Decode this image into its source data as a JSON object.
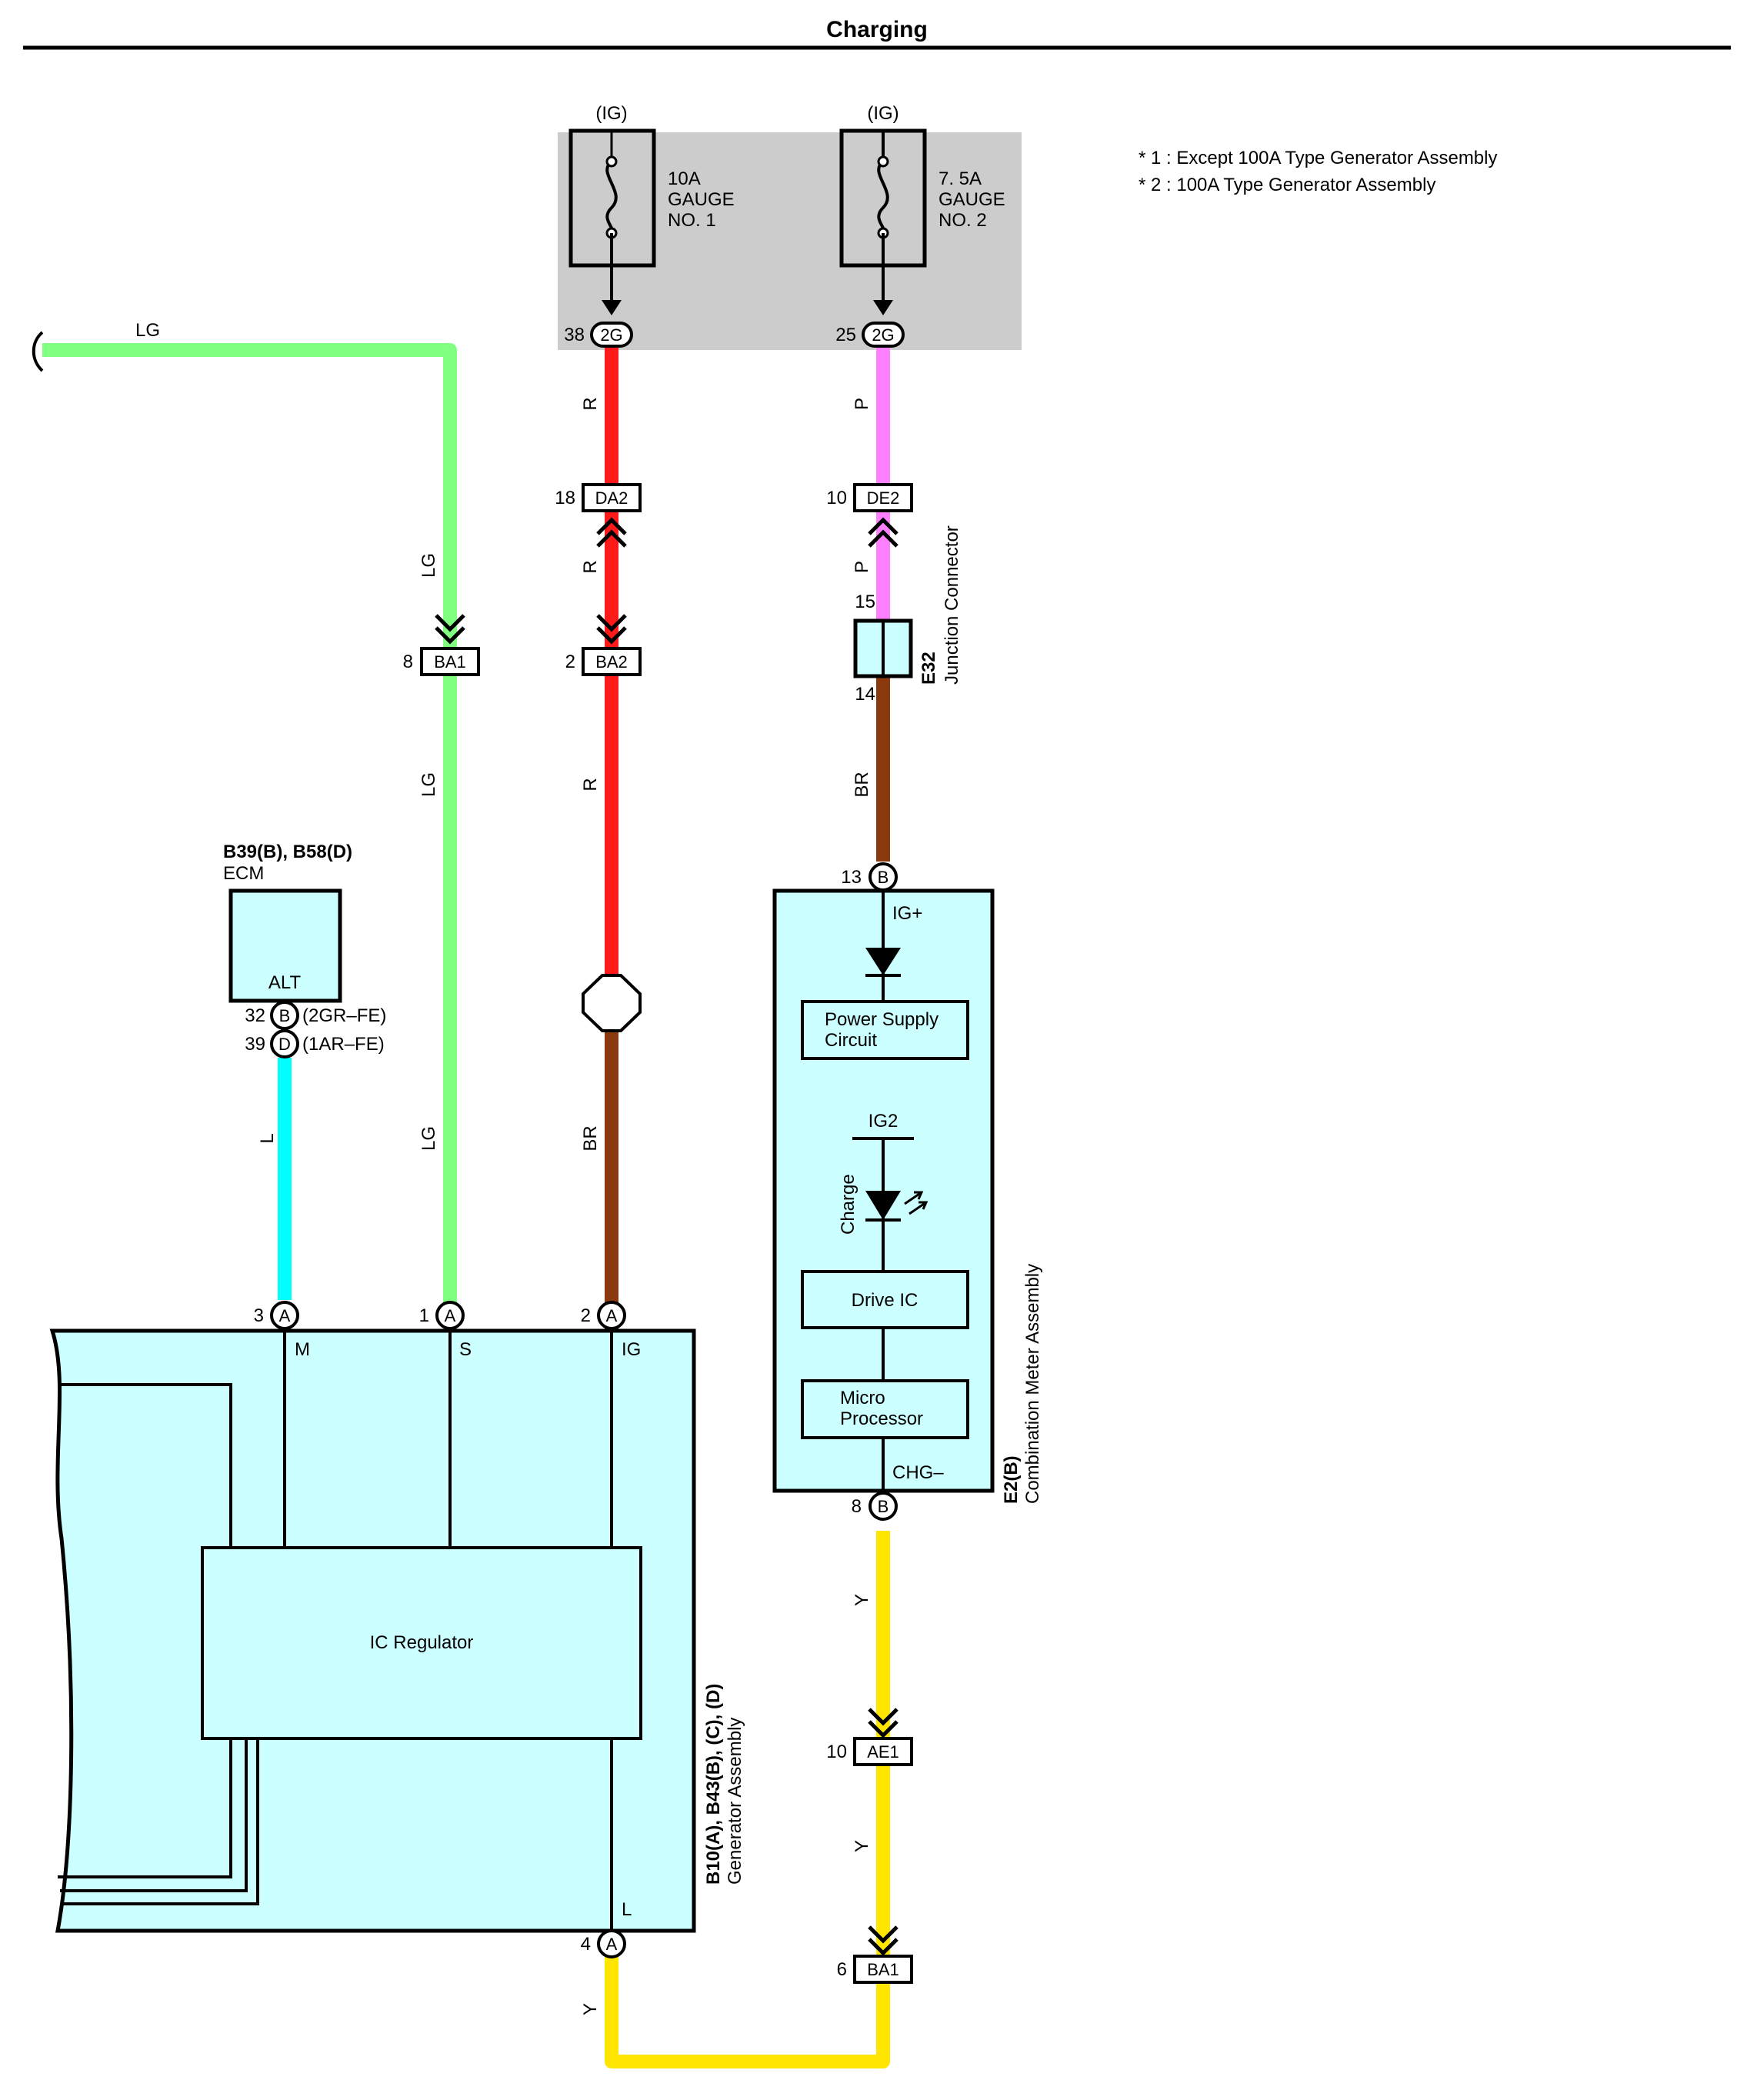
{
  "title": "Charging",
  "notes": [
    "* 1 : Except 100A Type Generator Assembly",
    "* 2 : 100A Type Generator Assembly"
  ],
  "fuses": [
    {
      "power": "(IG)",
      "lines": [
        "10A",
        "GAUGE",
        "NO. 1"
      ],
      "pin": "38",
      "conn": "2G"
    },
    {
      "power": "(IG)",
      "lines": [
        "7. 5A",
        "GAUGE",
        "NO. 2"
      ],
      "pin": "25",
      "conn": "2G"
    }
  ],
  "wire_colors": {
    "LG": "#80ff80",
    "R": "#ff1a1a",
    "P": "#ff80ff",
    "BR": "#8b3a0f",
    "L": "#00ffff",
    "Y": "#ffe600"
  },
  "wire_labels": {
    "lg": "LG",
    "r": "R",
    "p": "P",
    "br": "BR",
    "l": "L",
    "y": "Y"
  },
  "inline_connectors": {
    "ba1_lg": {
      "pin": "8",
      "name": "BA1"
    },
    "da2": {
      "pin": "18",
      "name": "DA2"
    },
    "ba2": {
      "pin": "2",
      "name": "BA2"
    },
    "de2": {
      "pin": "10",
      "name": "DE2"
    },
    "ae1": {
      "pin": "10",
      "name": "AE1"
    },
    "ba1_y": {
      "pin": "6",
      "name": "BA1"
    }
  },
  "junction": {
    "code": "E32",
    "name": "Junction Connector",
    "pin_top": "15",
    "pin_bottom": "14"
  },
  "ecm": {
    "codes": "B39(B), B58(D)",
    "name": "ECM",
    "terminal": "ALT",
    "pins": [
      {
        "num": "32",
        "letter": "B",
        "engine": "(2GR–FE)"
      },
      {
        "num": "39",
        "letter": "D",
        "engine": "(1AR–FE)"
      }
    ]
  },
  "generator": {
    "code": "B10(A), B43(B), (C), (D)",
    "name": "Generator Assembly",
    "regulator": "IC Regulator",
    "pins": [
      {
        "num": "3",
        "letter": "A",
        "term": "M"
      },
      {
        "num": "1",
        "letter": "A",
        "term": "S"
      },
      {
        "num": "2",
        "letter": "A",
        "term": "IG"
      },
      {
        "num": "4",
        "letter": "A",
        "term": "L"
      }
    ]
  },
  "meter": {
    "code": "E2(B)",
    "name": "Combination Meter Assembly",
    "top_pin": {
      "num": "13",
      "letter": "B",
      "term": "IG+"
    },
    "bottom_pin": {
      "num": "8",
      "letter": "B",
      "term": "CHG–"
    },
    "power_supply": [
      "Power Supply",
      "Circuit"
    ],
    "ig2": "IG2",
    "charge": "Charge",
    "drive_ic": "Drive IC",
    "micro": [
      "Micro",
      "Processor"
    ]
  }
}
